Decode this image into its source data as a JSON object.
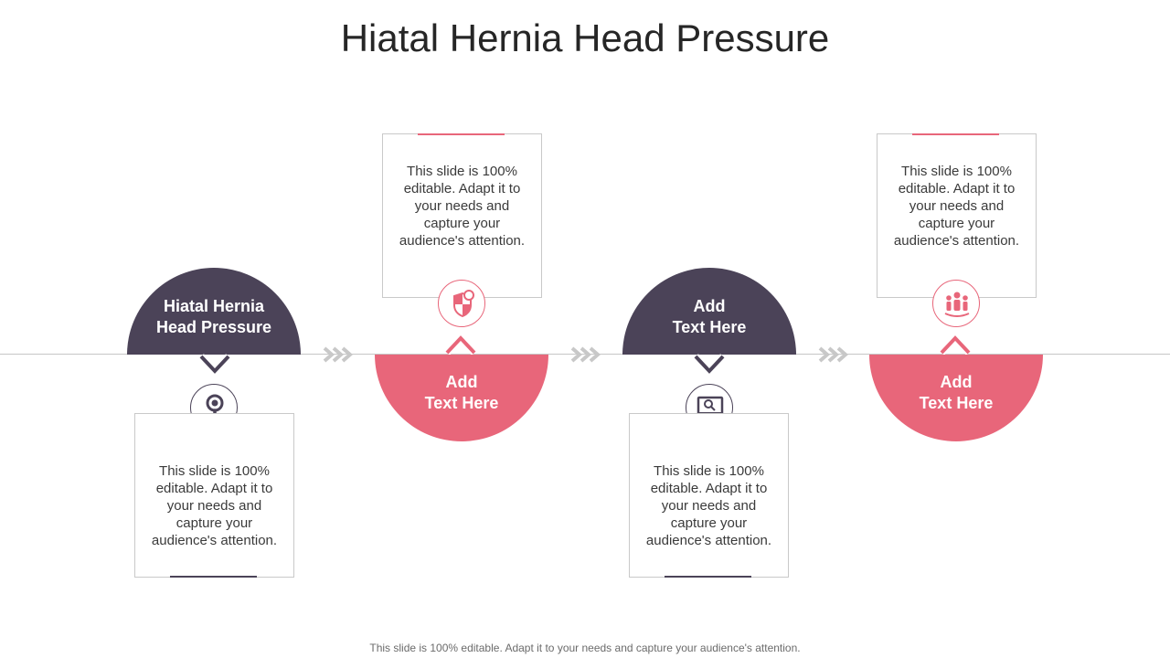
{
  "title": "Hiatal Hernia Head Pressure",
  "steps": [
    {
      "label_line1": "Hiatal Hernia",
      "label_line2": "Head Pressure",
      "icon": "magnifier-virus-icon"
    },
    {
      "label_line1": "Add",
      "label_line2": "Text Here",
      "icon": "shield-search-icon"
    },
    {
      "label_line1": "Add",
      "label_line2": "Text Here",
      "icon": "monitor-search-icon"
    },
    {
      "label_line1": "Add",
      "label_line2": "Text Here",
      "icon": "people-group-icon"
    }
  ],
  "cards": [
    {
      "text": "This slide is 100% editable. Adapt it to your needs and capture your audience's attention."
    },
    {
      "text": "This slide is 100% editable. Adapt it to your needs and capture your audience's attention."
    },
    {
      "text": "This slide is 100% editable. Adapt it to your needs and capture your audience's attention."
    },
    {
      "text": "This slide is 100% editable. Adapt it to your needs and capture your audience's attention."
    }
  ],
  "footer": "This slide is 100% editable. Adapt it to your needs and capture your audience's attention.",
  "colors": {
    "dark": "#4b4358",
    "pink": "#e8667a",
    "line": "#c6c6c6",
    "arrow": "#c8c8c8"
  }
}
